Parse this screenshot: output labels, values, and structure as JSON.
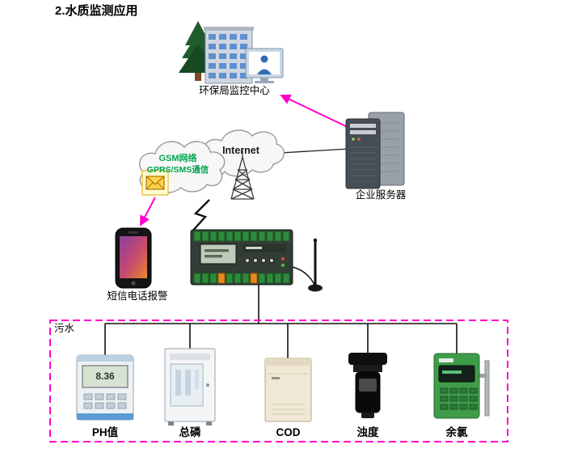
{
  "title": "2.水质监测应用",
  "diagram": {
    "monitoring_center": "环保局监控中心",
    "gsm_cloud_line1": "GSM网络",
    "gsm_cloud_line2": "GPRS/SMS通信",
    "internet_cloud": "Internet",
    "server": "企业服务器",
    "phone_alarm": "短信电话报警",
    "zone": "污水",
    "ph_display": "8.36",
    "sensors": [
      {
        "label": "PH值"
      },
      {
        "label": "总磷"
      },
      {
        "label": "COD"
      },
      {
        "label": "浊度"
      },
      {
        "label": "余氯"
      }
    ]
  },
  "colors": {
    "accent_link": "#ff00cc",
    "gsm_text": "#00a651",
    "wire": "#111111",
    "terminal_green": "#2e8b3a",
    "chlorine_body": "#3f9d4a"
  }
}
